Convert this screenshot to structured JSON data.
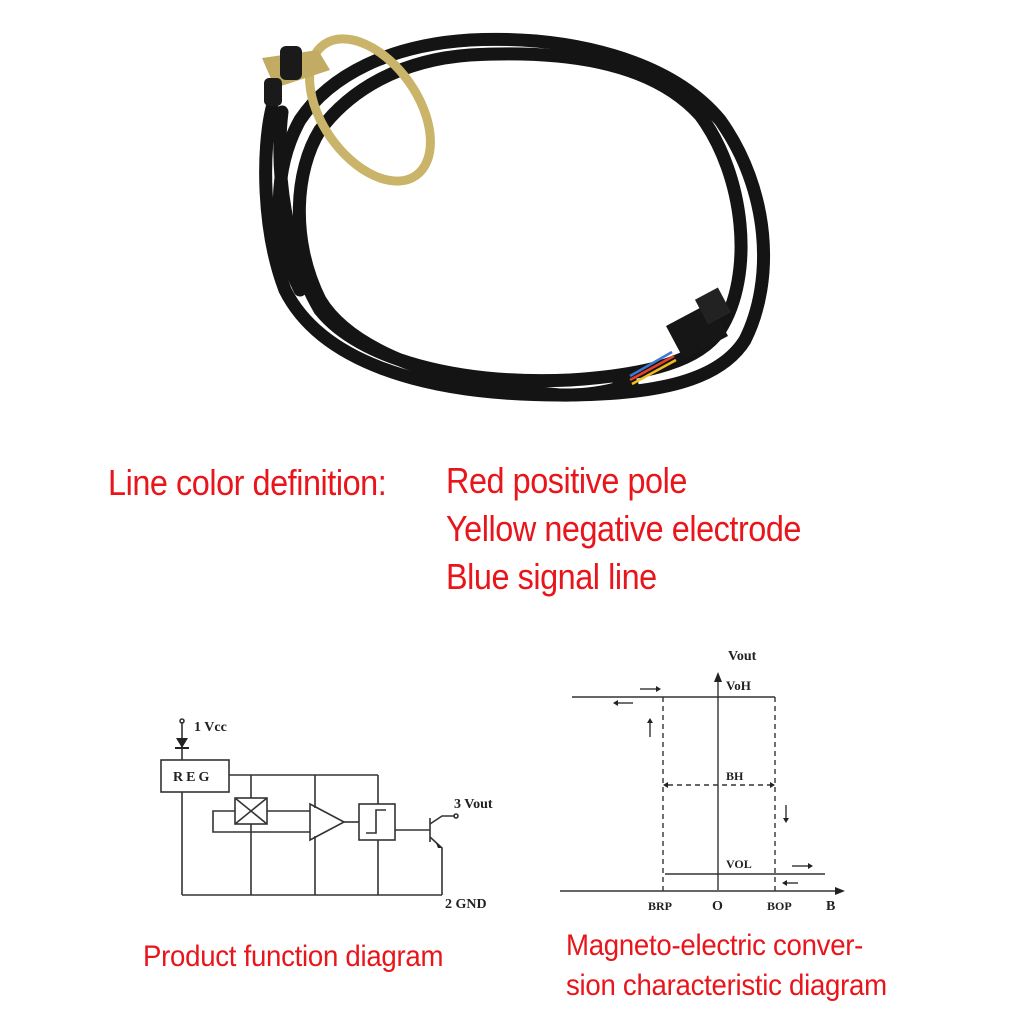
{
  "product_photo": {
    "subject": "hall-sensor-cable-with-bracket",
    "wire_colors": {
      "red": "#e8402a",
      "yellow": "#f0c020",
      "blue": "#3a7bd5"
    },
    "cable_color": "#141414",
    "bracket_color": "#c9b46a"
  },
  "line_color_definition": {
    "label": "Line color definition:",
    "items": [
      "Red positive pole",
      "Yellow negative electrode",
      "Blue signal line"
    ],
    "text_color": "#e8151b"
  },
  "function_diagram": {
    "caption": "Product function diagram",
    "pin1": "1  Vcc",
    "pin2": "2  GND",
    "pin3": "3  Vout",
    "reg_label": "REG"
  },
  "characteristic_diagram": {
    "caption_line1": "Magneto-electric conver-",
    "caption_line2": "sion characteristic diagram",
    "y_axis_label": "Vout",
    "x_axis_label": "B",
    "origin_label": "O",
    "voh_label": "VoH",
    "vol_label": "VOL",
    "bh_label": "BH",
    "brp_label": "BRP",
    "bop_label": "BOP"
  }
}
